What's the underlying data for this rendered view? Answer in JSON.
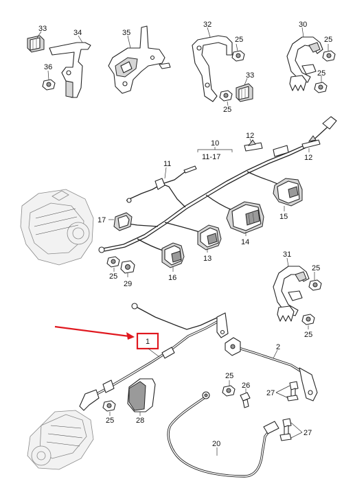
{
  "labels": {
    "l33a": "33",
    "l34": "34",
    "l36": "36",
    "l35": "35",
    "l32": "32",
    "l25a": "25",
    "l25b": "25",
    "l33b": "33",
    "l30": "30",
    "l25c": "25",
    "l25d": "25",
    "l10": "10",
    "l11_17": "11-17",
    "l12a": "12",
    "l12b": "12",
    "l11": "11",
    "l15": "15",
    "l14": "14",
    "l17": "17",
    "l13": "13",
    "l16": "16",
    "l25e": "25",
    "l29": "29",
    "l31": "31",
    "l25f": "25",
    "l25g": "25",
    "l1": "1",
    "l2": "2",
    "l25h": "25",
    "l26": "26",
    "l27a": "27",
    "l27b": "27",
    "l25i": "25",
    "l28": "28",
    "l20": "20"
  },
  "colors": {
    "highlight": "#e0181f",
    "line": "#222222"
  }
}
